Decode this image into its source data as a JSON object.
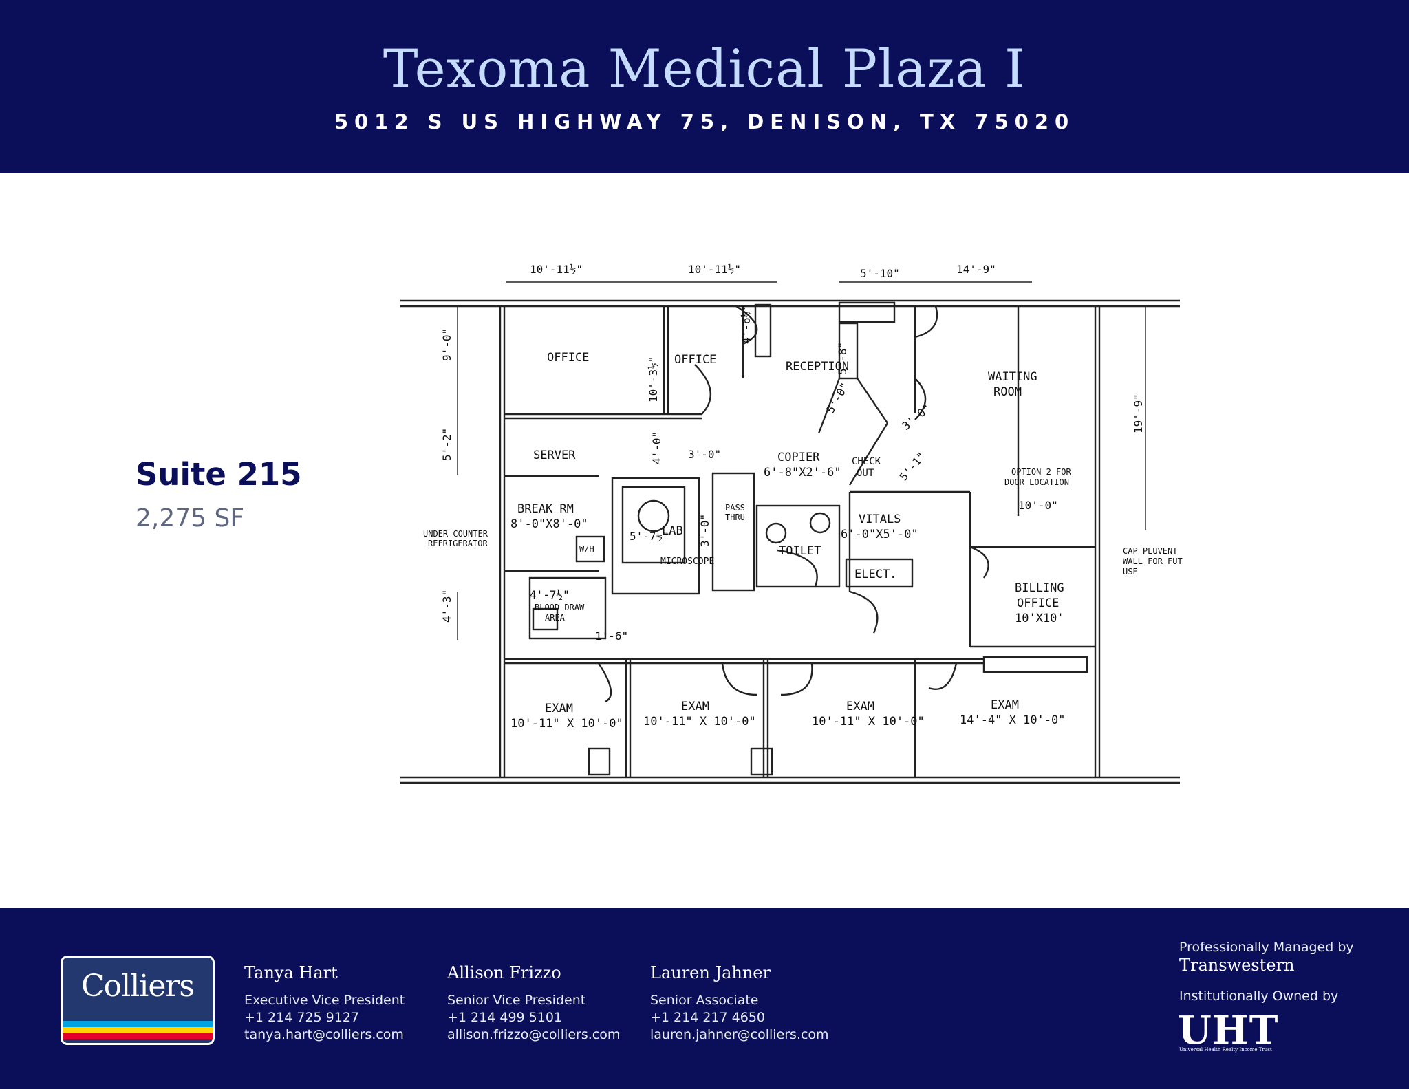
{
  "header": {
    "title": "Texoma Medical Plaza I",
    "address": "5012 S US HIGHWAY 75, DENISON, TX 75020"
  },
  "suite": {
    "name": "Suite 215",
    "area": "2,275 SF"
  },
  "floor_plan": {
    "rooms": {
      "office_1": "OFFICE",
      "office_2": "OFFICE",
      "reception": "RECEPTION",
      "waiting": [
        "WAITING",
        "ROOM"
      ],
      "server": "SERVER",
      "copier": [
        "COPIER",
        "6'-8\"X2'-6\""
      ],
      "check_out": [
        "CHECK",
        "OUT"
      ],
      "break_room": [
        "BREAK RM",
        "8'-0\"X8'-0\""
      ],
      "lab": "LAB",
      "microscope": "MICROSCOPE",
      "toilet": "TOILET",
      "vitals": [
        "VITALS",
        "6'-0\"X5'-0\""
      ],
      "elect": "ELECT.",
      "billing": [
        "BILLING",
        "OFFICE",
        "10'X10'"
      ],
      "blood_draw": [
        "BLOOD DRAW",
        "AREA"
      ],
      "exam_1": [
        "EXAM",
        "10'-11\" X 10'-0\""
      ],
      "exam_2": [
        "EXAM",
        "10'-11\" X 10'-0\""
      ],
      "exam_3": [
        "EXAM",
        "10'-11\" X 10'-0\""
      ],
      "exam_4": [
        "EXAM",
        "14'-4\" X 10'-0\""
      ]
    },
    "notes": {
      "under_counter": [
        "UNDER COUNTER",
        "REFRIGERATOR"
      ],
      "option_door": [
        "OPTION 2 FOR",
        "DOOR LOCATION"
      ],
      "cap": [
        "CAP PLUVENT",
        "WALL FOR FUT",
        "USE"
      ],
      "wh": "W/H",
      "pass_thru": [
        "PASS",
        "THRU"
      ]
    },
    "dimensions": {
      "top_1": "10'-11½\"",
      "top_2": "10'-11½\"",
      "top_3": "5'-10\"",
      "top_4": "14'-9\"",
      "left_1": "9'-0\"",
      "left_2": "5'-2\"",
      "left_3": "4'-3\"",
      "right_1": "19'-9\"",
      "office_depth": "10'-3½\"",
      "recep_depth": "4'-6½\"",
      "recep_2": "5'-8\"",
      "recep_3": "5'-0\"",
      "checkout_diag": "3'-0\"",
      "server_depth": "4'-0\"",
      "copier_width": "3'-0\"",
      "lab_width": "5'-7½\"",
      "lab_side": "3'-0\"",
      "blood_1": "4'-7½\"",
      "blood_2": "1'-6\"",
      "door_10": "10'-0\"",
      "checkout_5": "5'-1\""
    }
  },
  "contacts": [
    {
      "name": "Tanya Hart",
      "title": "Executive Vice President",
      "phone": "+1 214 725 9127",
      "email": "tanya.hart@colliers.com"
    },
    {
      "name": "Allison Frizzo",
      "title": "Senior Vice President",
      "phone": "+1 214 499 5101",
      "email": "allison.frizzo@colliers.com"
    },
    {
      "name": "Lauren Jahner",
      "title": "Senior Associate",
      "phone": "+1 214 217 4650",
      "email": "lauren.jahner@colliers.com"
    }
  ],
  "logo": {
    "text": "Colliers",
    "stripes": [
      "#00a3e0",
      "#ffd100",
      "#e4002b"
    ]
  },
  "management": {
    "managed_label": "Professionally Managed by",
    "managed_by": "Transwestern",
    "owned_label": "Institutionally Owned by",
    "owner": "UHT",
    "owner_full": "Universal Health Realty Income Trust"
  },
  "colors": {
    "navy": "#0b0f59",
    "title_blue": "#c6dcff"
  }
}
